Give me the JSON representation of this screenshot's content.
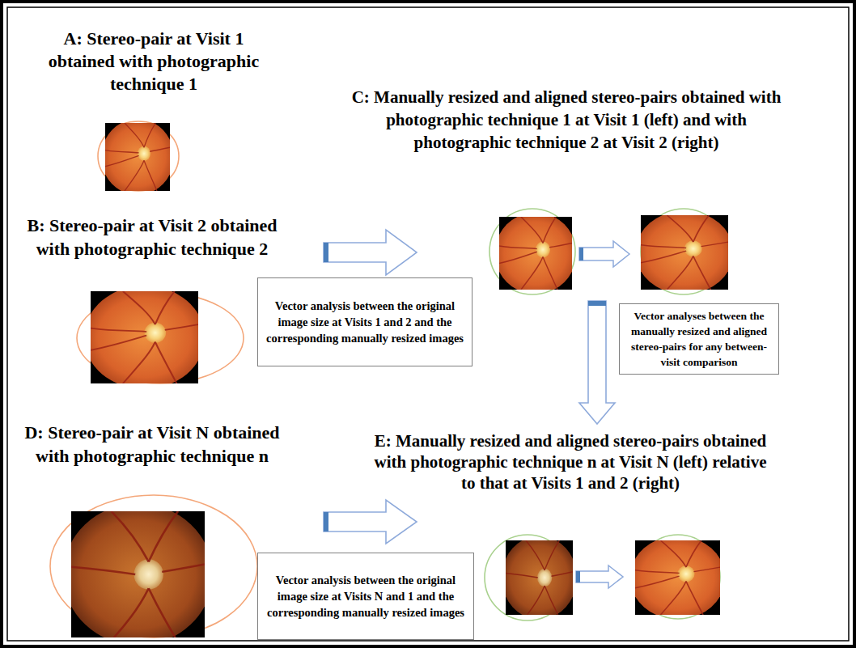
{
  "diagram": {
    "nodes": [
      {
        "text": [
          "A: Stereo-pair at Visit 1 obtained with photographic technique 1"
        ]
      },
      {
        "text": [
          "C: Manually resized and aligned stereo-pairs obtained with photographic technique 1 at Visit 1 (left) and with photographic technique 2 at Visit 2 (right)"
        ]
      },
      {
        "text": [
          "B: Stereo-pair at Visit 2 obtained with photographic technique 2"
        ]
      },
      {
        "text": [
          "Vector analysis between the original image size at Visits 1 and 2 and the corresponding manually resized images"
        ]
      },
      {
        "text": [
          "Vector analyses between the manually resized and aligned stereo-pairs for any between-visit comparison"
        ]
      },
      {
        "text": [
          "D: Stereo-pair at Visit N obtained with photographic technique n"
        ]
      },
      {
        "text": [
          "E: Manually resized and aligned stereo-pairs obtained with photographic technique n at Visit N (left) relative to that at Visits 1 and 2 (right)"
        ]
      },
      {
        "text": [
          "Vector analysis between the original image size at Visits N and 1 and the corresponding manually resized images"
        ]
      }
    ],
    "edges": [
      {
        "from": 2,
        "to": 1,
        "arrow": "to"
      },
      {
        "from": 1,
        "to": 6,
        "arrow": "to"
      },
      {
        "from": 5,
        "to": 6,
        "arrow": "to"
      }
    ]
  }
}
